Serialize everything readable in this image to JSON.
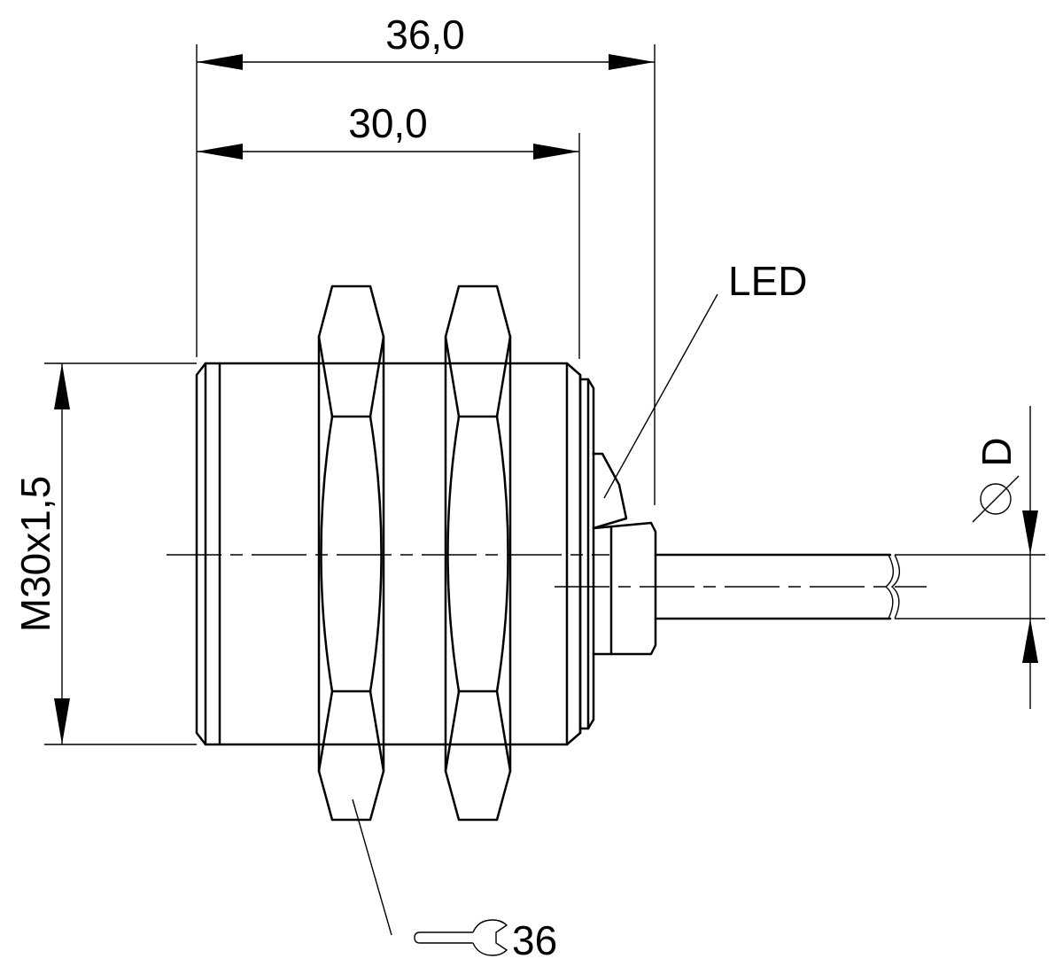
{
  "dimensions": {
    "overall_length": "36,0",
    "thread_length": "30,0",
    "thread_size": "M30x1,5",
    "cable_diameter_symbol": "⌀",
    "cable_diameter": "D",
    "wrench_size": "36"
  },
  "callouts": {
    "led": "LED"
  },
  "icons": [
    "open-wrench-icon",
    "diameter-symbol-icon"
  ]
}
